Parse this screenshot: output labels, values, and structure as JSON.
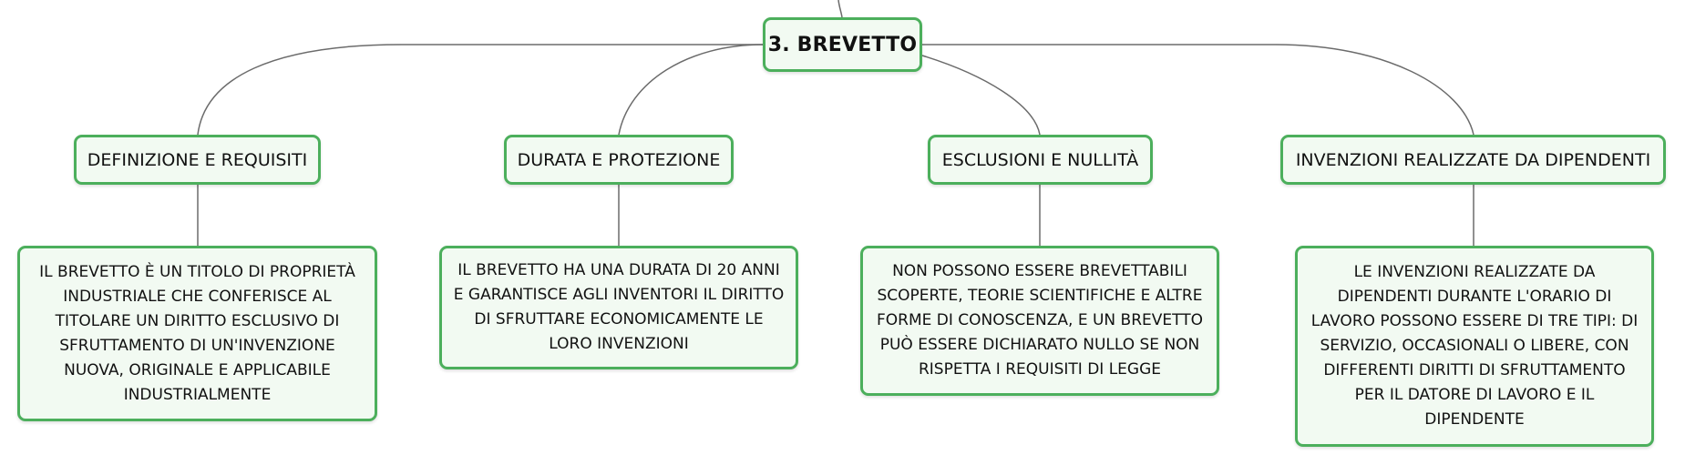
{
  "root": {
    "label": "3. BREVETTO"
  },
  "branches": [
    {
      "label": "DEFINIZIONE E REQUISITI",
      "detail": "IL BREVETTO È UN TITOLO DI PROPRIETÀ INDUSTRIALE CHE CONFERISCE AL TITOLARE UN DIRITTO ESCLUSIVO DI SFRUTTAMENTO DI UN'INVENZIONE NUOVA, ORIGINALE E APPLICABILE INDUSTRIALMENTE"
    },
    {
      "label": "DURATA E PROTEZIONE",
      "detail": "IL BREVETTO HA UNA DURATA DI 20 ANNI E GARANTISCE AGLI INVENTORI IL DIRITTO DI SFRUTTARE ECONOMICAMENTE LE LORO INVENZIONI"
    },
    {
      "label": "ESCLUSIONI E NULLITÀ",
      "detail": "NON POSSONO ESSERE BREVETTABILI SCOPERTE, TEORIE SCIENTIFICHE E ALTRE FORME DI CONOSCENZA, E UN BREVETTO PUÒ ESSERE DICHIARATO NULLO SE NON RISPETTA I REQUISITI DI LEGGE"
    },
    {
      "label": "INVENZIONI REALIZZATE DA DIPENDENTI",
      "detail": "LE INVENZIONI REALIZZATE DA DIPENDENTI DURANTE L'ORARIO DI LAVORO POSSONO ESSERE DI TRE TIPI: DI SERVIZIO, OCCASIONALI O LIBERE, CON DIFFERENTI DIRITTI DI SFRUTTAMENTO PER IL DATORE DI LAVORO E IL DIPENDENTE"
    }
  ],
  "colors": {
    "node_border": "#4caf5c",
    "node_fill": "#f2faf2",
    "connector": "#6b6b6b",
    "text": "#111111"
  }
}
